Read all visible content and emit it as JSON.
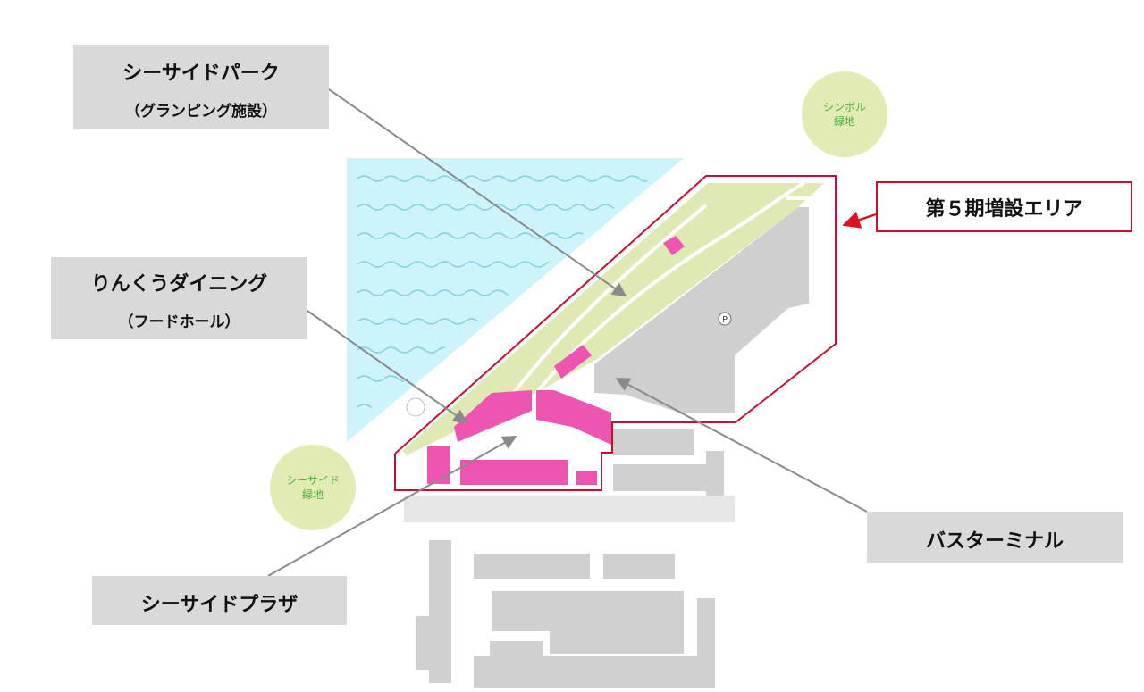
{
  "labels": {
    "seaside_park": {
      "main": "シーサイドパーク",
      "sub": "（グランピング施設）"
    },
    "rinku_dining": {
      "main": "りんくうダイニング",
      "sub": "（フードホール）"
    },
    "seaside_plaza": {
      "main": "シーサイドプラザ"
    },
    "bus_terminal": {
      "main": "バスターミナル"
    },
    "expansion_area": {
      "main": "第５期増設エリア"
    }
  },
  "green_areas": {
    "symbol": {
      "line1": "シンボル",
      "line2": "緑地"
    },
    "seaside": {
      "line1": "シーサイド",
      "line2": "緑地"
    }
  },
  "parking_symbol": "P",
  "colors": {
    "water": "#cdf3fb",
    "green": "#dfe9b4",
    "shop": "#ee55b0",
    "building": "#cfcfcf",
    "boundary": "#c8102e",
    "label_bg": "#d9d9d9"
  }
}
